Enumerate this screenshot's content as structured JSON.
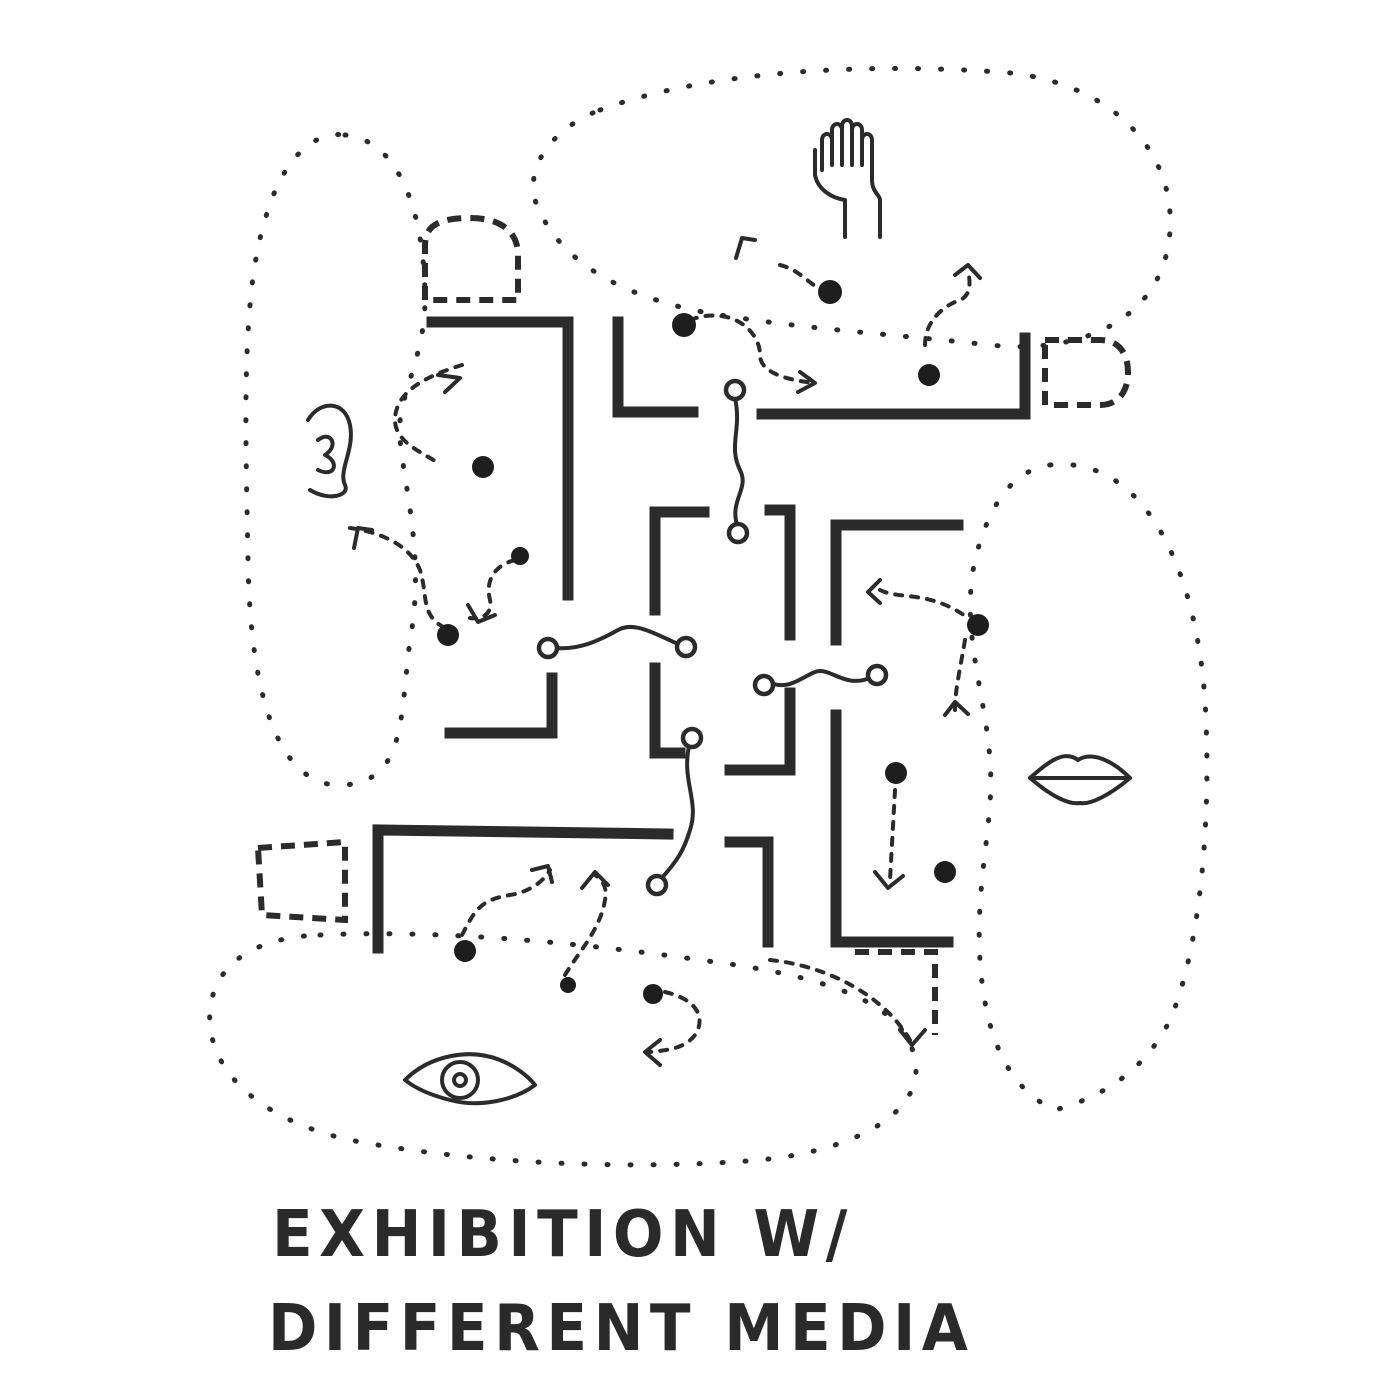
{
  "caption": {
    "line1": "EXHIBITION W/",
    "line2": "DIFFERENT MEDIA"
  },
  "zones": [
    {
      "sense": "touch",
      "icon": "hand-icon"
    },
    {
      "sense": "hearing",
      "icon": "ear-icon"
    },
    {
      "sense": "taste",
      "icon": "lips-icon"
    },
    {
      "sense": "sight",
      "icon": "eye-icon"
    }
  ],
  "ink_color": "#2b2b2b"
}
